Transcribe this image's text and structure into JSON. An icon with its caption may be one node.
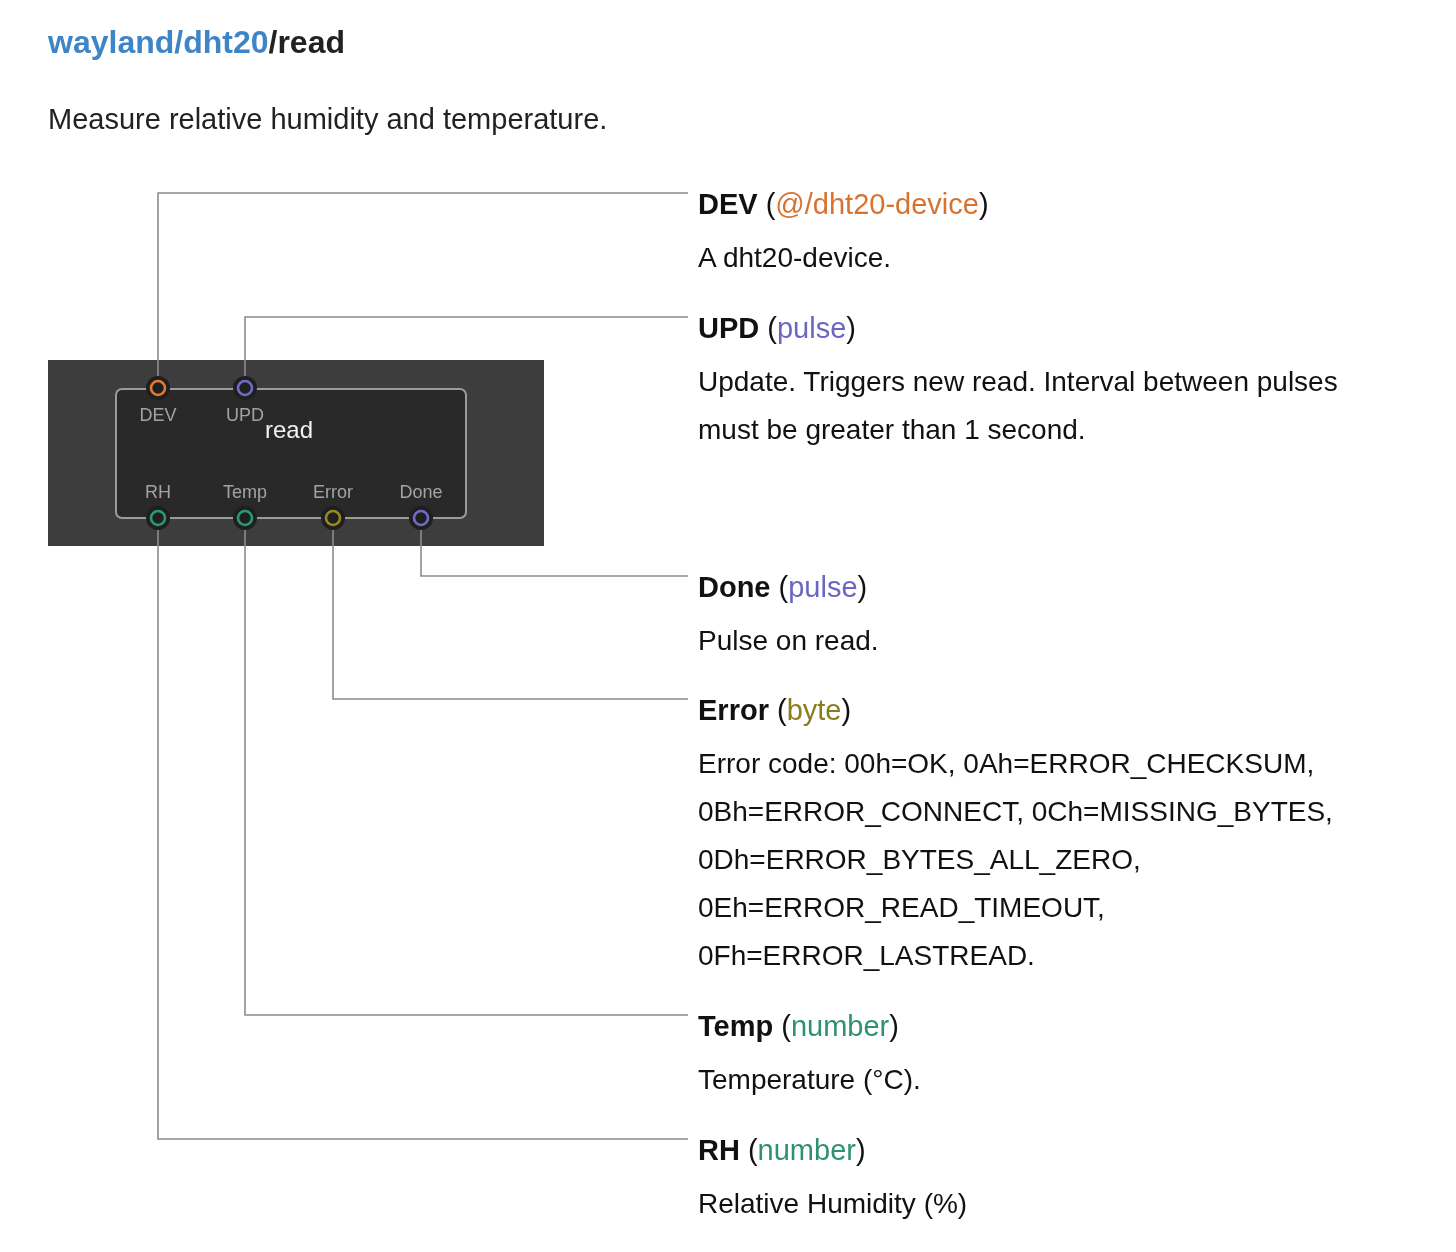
{
  "diagram": {
    "title": "wayland/dht20/read",
    "nodes": [
      {
        "text": [],
        "shape": "box"
      },
      {
        "text": [
          "read"
        ],
        "in": 0
      },
      {
        "text": [
          "DEV"
        ],
        "in": 1
      },
      {
        "text": [
          "UPD"
        ],
        "in": 1
      },
      {
        "text": [
          "RH"
        ],
        "in": 1
      },
      {
        "text": [
          "Temp"
        ],
        "in": 1
      },
      {
        "text": [
          "Error"
        ],
        "in": 1
      },
      {
        "text": [
          "Done"
        ],
        "in": 1
      },
      {
        "text": [
          "**DEV** (@/dht20-device)",
          "A dht20-device."
        ]
      },
      {
        "text": [
          "**UPD** (pulse)",
          "Update. Triggers new read. Interval between pulses must be greater than 1 second."
        ]
      },
      {
        "text": [
          "**Done** (pulse)",
          "Pulse on read."
        ]
      },
      {
        "text": [
          "**Error** (byte)",
          "Error code: 00h=OK, 0Ah=ERROR_CHECKSUM, 0Bh=ERROR_CONNECT, 0Ch=MISSING_BYTES, 0Dh=ERROR_BYTES_ALL_ZERO, 0Eh=ERROR_READ_TIMEOUT, 0Fh=ERROR_LASTREAD."
        ]
      },
      {
        "text": [
          "**Temp** (number)",
          "Temperature (°C)."
        ]
      },
      {
        "text": [
          "**RH** (number)",
          "Relative Humidity (%)"
        ]
      }
    ],
    "edges": [
      {
        "from": 2,
        "to": 8,
        "arrow": "none"
      },
      {
        "from": 3,
        "to": 9,
        "arrow": "none"
      },
      {
        "from": 4,
        "to": 13,
        "arrow": "none"
      },
      {
        "from": 5,
        "to": 12,
        "arrow": "none"
      },
      {
        "from": 6,
        "to": 11,
        "arrow": "none"
      },
      {
        "from": 7,
        "to": 10,
        "arrow": "none"
      }
    ],
    "labels": [
      "Measure relative humidity and temperature."
    ]
  }
}
